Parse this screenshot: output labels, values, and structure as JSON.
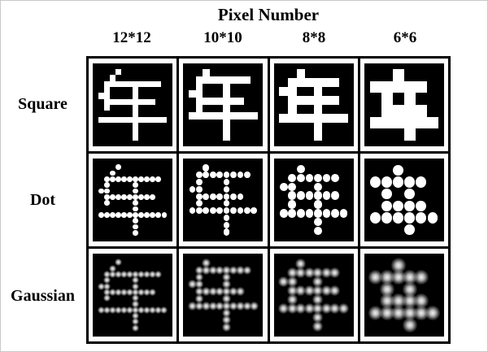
{
  "title": "Pixel Number",
  "columns": [
    "12*12",
    "10*10",
    "8*8",
    "6*6"
  ],
  "rows": [
    "Square",
    "Dot",
    "Gaussian"
  ],
  "styles": [
    "square",
    "dot",
    "gaussian"
  ],
  "colors": {
    "background": "#ffffff",
    "cell_bg": "#000000",
    "pattern": "#ffffff",
    "border": "#000000",
    "text": "#000000"
  },
  "bitmaps": {
    "12": [
      "000100000000",
      "001000000000",
      "011111111110",
      "010000100000",
      "110000100000",
      "011111111100",
      "010000100000",
      "000000100000",
      "111111111111",
      "000000100000",
      "000000100000",
      "000000100000"
    ],
    "10": [
      "0010000000",
      "0111111110",
      "0100010000",
      "1100010000",
      "0111111100",
      "0100010000",
      "1111111111",
      "0000010000",
      "0000010000",
      "0000010000"
    ],
    "8": [
      "00100000",
      "01111110",
      "11001000",
      "01111110",
      "01001000",
      "11111111",
      "00001000",
      "00001000"
    ],
    "6": [
      "001000",
      "111110",
      "010100",
      "011110",
      "111111",
      "000100"
    ]
  }
}
